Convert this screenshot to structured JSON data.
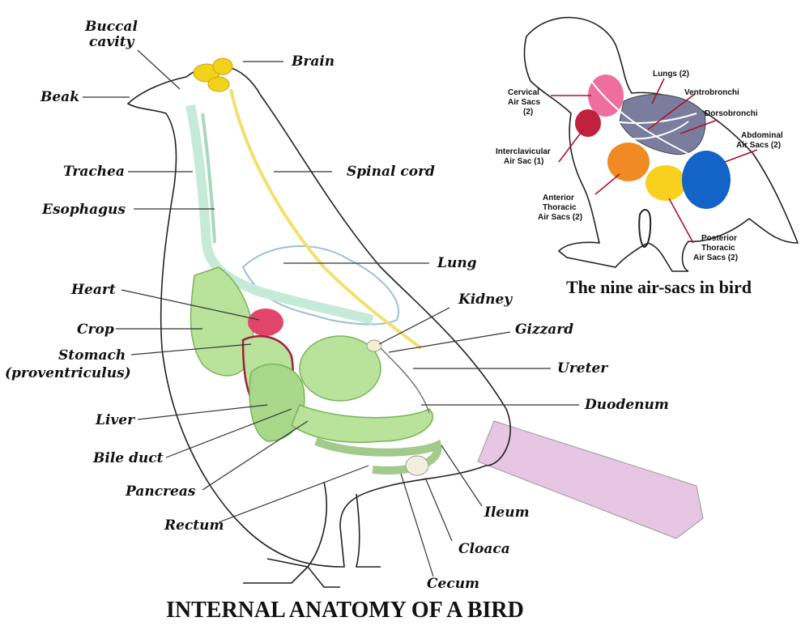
{
  "labels": {
    "buccal_cavity": "Buccal cavity",
    "brain": "Brain",
    "beak": "Beak",
    "trachea": "Trachea",
    "spinal_cord": "Spinal cord",
    "esophagus": "Esophagus",
    "lung": "Lung",
    "heart": "Heart",
    "kidney": "Kidney",
    "crop": "Crop",
    "gizzard": "Gizzard",
    "stomach": "Stomach",
    "proventriculus": "(proventriculus)",
    "ureter": "Ureter",
    "liver": "Liver",
    "duodenum": "Duodenum",
    "bile_duct": "Bile duct",
    "pancreas": "Pancreas",
    "ileum": "Ileum",
    "rectum": "Rectum",
    "cloaca": "Cloaca",
    "cecum": "Cecum"
  },
  "inset": {
    "cervical": [
      "Cervical",
      "Air Sacs",
      "(2)"
    ],
    "lungs": "Lungs (2)",
    "ventrobronchi": "Ventrobronchi",
    "dorsobronchi": "Dorsobronchi",
    "abdominal": [
      "Abdominal",
      "Air Sacs (2)"
    ],
    "interclavicular": [
      "Interclavicular",
      "Air Sac (1)"
    ],
    "anterior": [
      "Anterior",
      "Thoracic",
      "Air Sacs (2)"
    ],
    "posterior": [
      "Posterior",
      "Thoracic",
      "Air Sacs (2)"
    ],
    "caption": "The nine air-sacs in bird"
  },
  "title": "INTERNAL ANATOMY OF A BIRD",
  "colors": {
    "brain": "#f2d21b",
    "digestive": "#b9e29a",
    "heart": "#e2456a",
    "lung": "#ffffff",
    "trachea": "#c6ead9",
    "tail": "#e7c6e3",
    "inset_pink": "#ee6f9f",
    "inset_red": "#c0213c",
    "inset_lungs": "#7a7d9e",
    "inset_orange": "#f08a23",
    "inset_yellow": "#f7d11e",
    "inset_blue": "#1463c8"
  }
}
